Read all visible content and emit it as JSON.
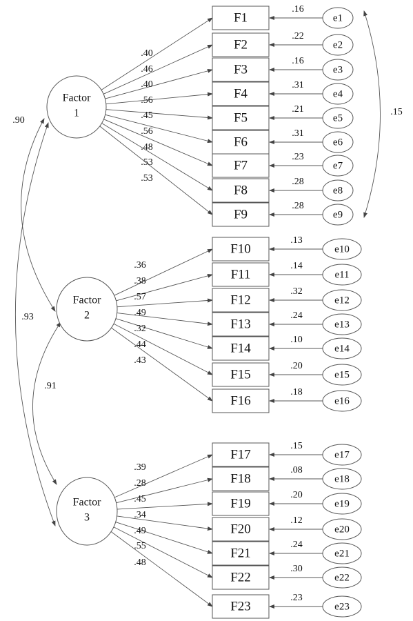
{
  "diagram": {
    "factors": [
      {
        "id": "f1",
        "line1": "Factor",
        "line2": "1"
      },
      {
        "id": "f2",
        "line1": "Factor",
        "line2": "2"
      },
      {
        "id": "f3",
        "line1": "Factor",
        "line2": "3"
      }
    ],
    "indicators": [
      {
        "name": "F1",
        "factor": 0,
        "loading": ".40",
        "error": "e1",
        "error_value": ".16"
      },
      {
        "name": "F2",
        "factor": 0,
        "loading": ".46",
        "error": "e2",
        "error_value": ".22"
      },
      {
        "name": "F3",
        "factor": 0,
        "loading": ".40",
        "error": "e3",
        "error_value": ".16"
      },
      {
        "name": "F4",
        "factor": 0,
        "loading": ".56",
        "error": "e4",
        "error_value": ".31"
      },
      {
        "name": "F5",
        "factor": 0,
        "loading": ".45",
        "error": "e5",
        "error_value": ".21"
      },
      {
        "name": "F6",
        "factor": 0,
        "loading": ".56",
        "error": "e6",
        "error_value": ".31"
      },
      {
        "name": "F7",
        "factor": 0,
        "loading": ".48",
        "error": "e7",
        "error_value": ".23"
      },
      {
        "name": "F8",
        "factor": 0,
        "loading": ".53",
        "error": "e8",
        "error_value": ".28"
      },
      {
        "name": "F9",
        "factor": 0,
        "loading": ".53",
        "error": "e9",
        "error_value": ".28"
      },
      {
        "name": "F10",
        "factor": 1,
        "loading": ".36",
        "error": "e10",
        "error_value": ".13"
      },
      {
        "name": "F11",
        "factor": 1,
        "loading": ".38",
        "error": "e11",
        "error_value": ".14"
      },
      {
        "name": "F12",
        "factor": 1,
        "loading": ".57",
        "error": "e12",
        "error_value": ".32"
      },
      {
        "name": "F13",
        "factor": 1,
        "loading": ".49",
        "error": "e13",
        "error_value": ".24"
      },
      {
        "name": "F14",
        "factor": 1,
        "loading": ".32",
        "error": "e14",
        "error_value": ".10"
      },
      {
        "name": "F15",
        "factor": 1,
        "loading": ".44",
        "error": "e15",
        "error_value": ".20"
      },
      {
        "name": "F16",
        "factor": 1,
        "loading": ".43",
        "error": "e16",
        "error_value": ".18"
      },
      {
        "name": "F17",
        "factor": 2,
        "loading": ".39",
        "error": "e17",
        "error_value": ".15"
      },
      {
        "name": "F18",
        "factor": 2,
        "loading": ".28",
        "error": "e18",
        "error_value": ".08"
      },
      {
        "name": "F19",
        "factor": 2,
        "loading": ".45",
        "error": "e19",
        "error_value": ".20"
      },
      {
        "name": "F20",
        "factor": 2,
        "loading": ".34",
        "error": "e20",
        "error_value": ".12"
      },
      {
        "name": "F21",
        "factor": 2,
        "loading": ".49",
        "error": "e21",
        "error_value": ".24"
      },
      {
        "name": "F22",
        "factor": 2,
        "loading": ".55",
        "error": "e22",
        "error_value": ".30"
      },
      {
        "name": "F23",
        "factor": 2,
        "loading": ".48",
        "error": "e23",
        "error_value": ".23"
      }
    ],
    "factor_correlations": [
      {
        "from": "f1",
        "to": "f2",
        "value": ".90"
      },
      {
        "from": "f2",
        "to": "f3",
        "value": ".91"
      },
      {
        "from": "f1",
        "to": "f3",
        "value": ".93"
      }
    ],
    "error_covariance": {
      "from": "e1",
      "to": "e9",
      "value": ".15"
    }
  }
}
